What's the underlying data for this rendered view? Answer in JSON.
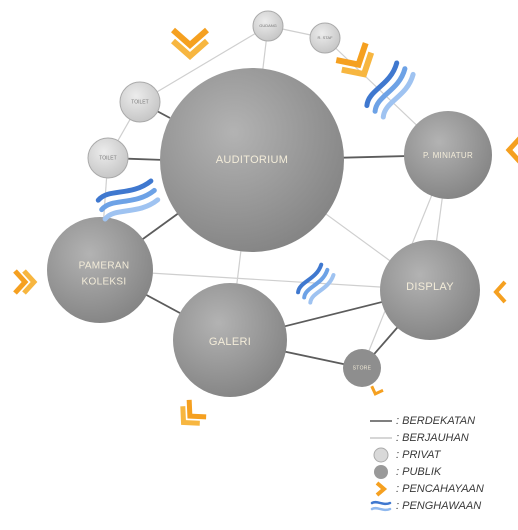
{
  "spaces": {
    "auditorium": "AUDITORIUM",
    "p_miniatur": "P. MINIATUR",
    "display": "DISPLAY",
    "galeri": "GALERI",
    "pameran_line1": "PAMERAN",
    "pameran_line2": "KOLEKSI",
    "toilet_1": "TOILET",
    "toilet_2": "TOILET",
    "top_small_1": "GUDANG",
    "top_small_2": "R. STAF",
    "bottom_small": "STORE"
  },
  "legend": {
    "berdekatan": ": BERDEKATAN",
    "berjauhan": ": BERJAUHAN",
    "privat": ": PRIVAT",
    "publik": ": PUBLIK",
    "pencahayaan": ": PENCAHAYAAN",
    "penghawaan": ": PENGHAWAAN"
  },
  "colors": {
    "public_fill": "#9a9a9a",
    "private_fill": "#d6d6d6",
    "line_near": "#555555",
    "line_far": "#c9c9c9",
    "light_arrow": "#f5a020",
    "air_flow": "#5b8fd6"
  }
}
